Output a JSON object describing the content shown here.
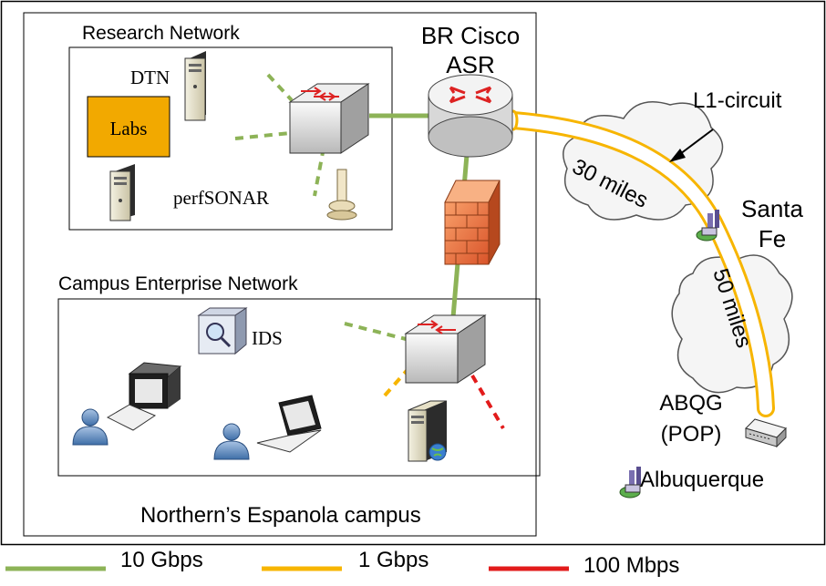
{
  "diagram": {
    "research_network": {
      "title": "Research Network",
      "dtn": "DTN",
      "labs": "Labs",
      "perfsonar": "perfSONAR"
    },
    "border_router": {
      "line1": "BR Cisco",
      "line2": "ASR"
    },
    "l1_circuit": "L1-circuit",
    "distance_1": "30 miles",
    "distance_2": "50 miles",
    "santa_fe": {
      "line1": "Santa",
      "line2": "Fe"
    },
    "abqg": {
      "line1": "ABQG",
      "line2": "(POP)"
    },
    "albuquerque": "Albuquerque",
    "campus_network": {
      "title": "Campus Enterprise Network",
      "ids": "IDS"
    },
    "campus_caption": "Northern’s Espanola campus"
  },
  "legend": [
    {
      "label": "10 Gbps",
      "color": "#8db357"
    },
    {
      "label": "1 Gbps",
      "color": "#f7b500"
    },
    {
      "label": "100 Mbps",
      "color": "#e21b1b"
    }
  ],
  "colors": {
    "link_10g": "#8db357",
    "link_1g": "#f7b500",
    "link_100m": "#e21b1b",
    "labs_fill": "#f2a900",
    "firewall": "#e8733a"
  }
}
